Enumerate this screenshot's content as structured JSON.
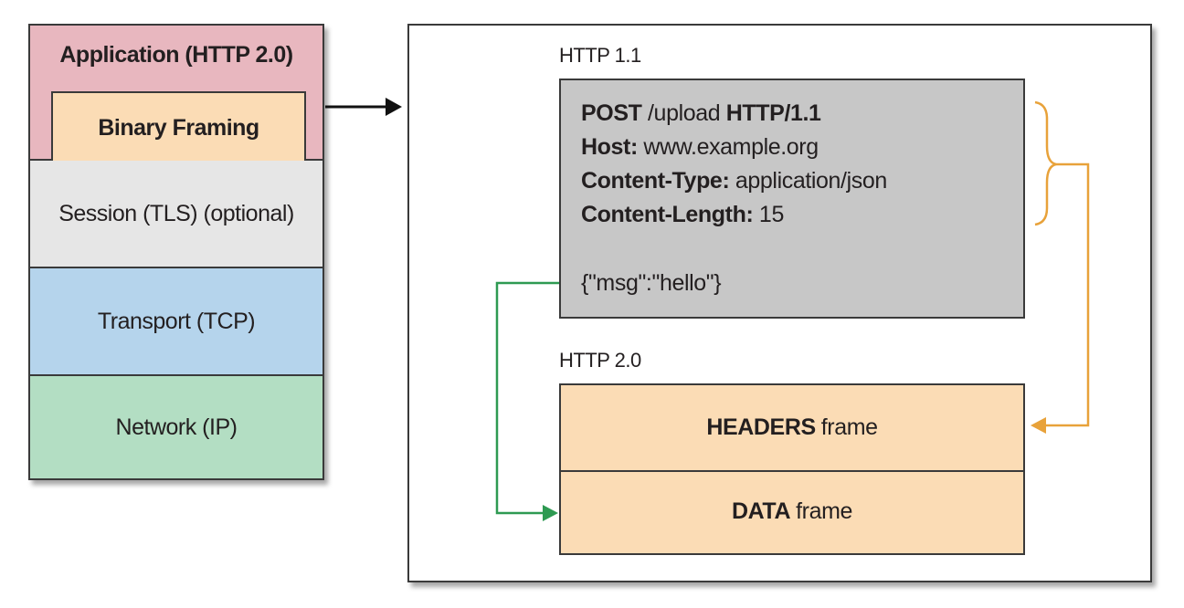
{
  "stack": {
    "application": "Application (HTTP 2.0)",
    "binary_framing": "Binary Framing",
    "session": "Session (TLS) (optional)",
    "transport": "Transport (TCP)",
    "network": "Network (IP)"
  },
  "http11": {
    "label": "HTTP 1.1",
    "request": {
      "method": "POST",
      "path": " /upload ",
      "version": "HTTP/1.1",
      "host_key": "Host:",
      "host_val": " www.example.org",
      "ctype_key": "Content-Type:",
      "ctype_val": " application/json",
      "clen_key": "Content-Length:",
      "clen_val": " 15",
      "body": "{\"msg\":\"hello\"}"
    }
  },
  "http20": {
    "label": "HTTP 2.0",
    "headers_frame": {
      "bold": "HEADERS",
      "rest": "frame"
    },
    "data_frame": {
      "bold": "DATA",
      "rest": "frame"
    }
  },
  "colors": {
    "application": "#e8b7bf",
    "binary_framing": "#fbdcb5",
    "session": "#e6e6e6",
    "transport": "#b5d4ec",
    "network": "#b3dec3",
    "request_box": "#c7c7c7",
    "frames": "#fbdcb5",
    "headers_arrow": "#e8a23a",
    "data_arrow": "#2e9a52"
  }
}
